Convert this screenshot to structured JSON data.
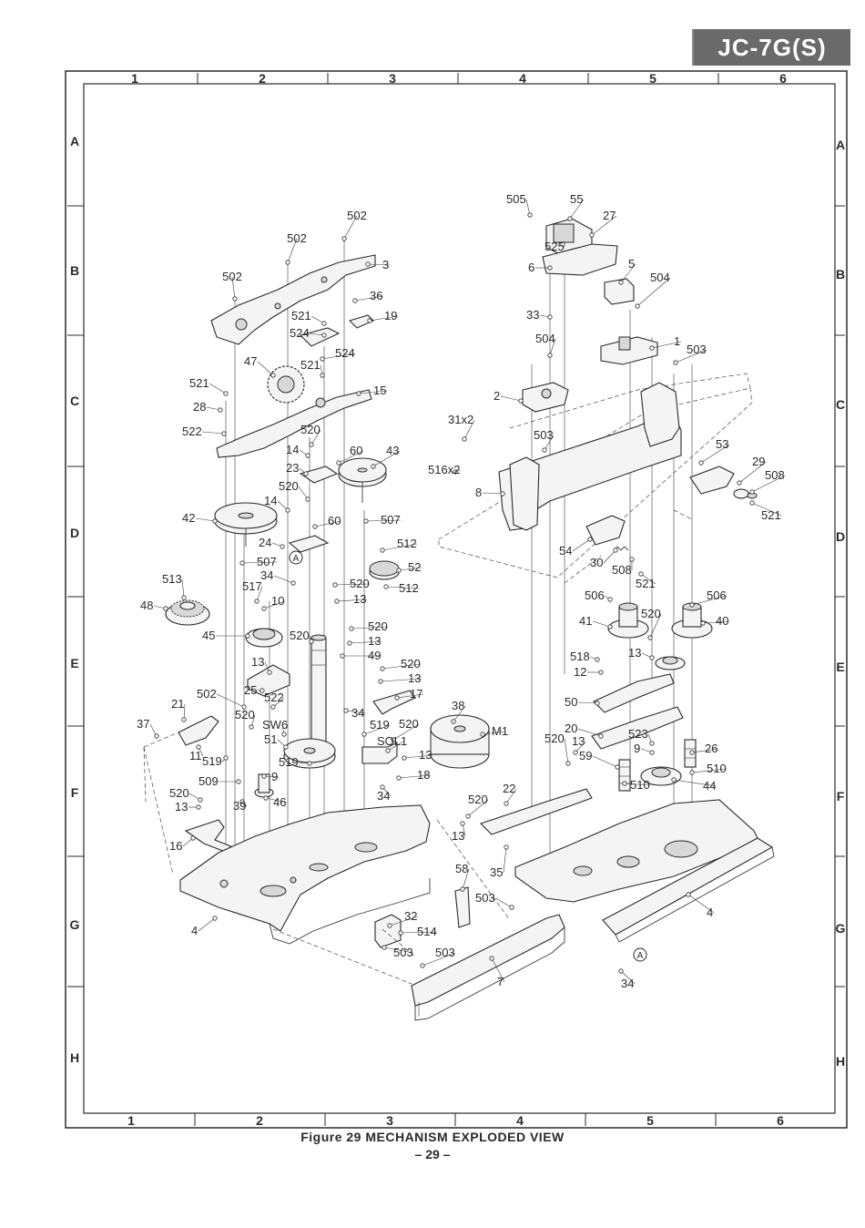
{
  "header": {
    "model_badge": "JC-7G(S)"
  },
  "grid": {
    "columns": [
      "1",
      "2",
      "3",
      "4",
      "5",
      "6"
    ],
    "rows": [
      "A",
      "B",
      "C",
      "D",
      "E",
      "F",
      "G",
      "H"
    ]
  },
  "callouts": [
    "502",
    "502",
    "502",
    "3",
    "36",
    "521",
    "19",
    "524",
    "524",
    "47",
    "521",
    "15",
    "521",
    "28",
    "522",
    "520",
    "14",
    "60",
    "43",
    "23",
    "520",
    "14",
    "60",
    "42",
    "507",
    "24",
    "507",
    "512",
    "52",
    "513",
    "34",
    "517",
    "520",
    "512",
    "10",
    "13",
    "48",
    "45",
    "520",
    "520",
    "13",
    "49",
    "520",
    "13",
    "13",
    "502",
    "25",
    "522",
    "17",
    "21",
    "520",
    "SW6",
    "34",
    "38",
    "37",
    "51",
    "519",
    "520",
    "M1",
    "11",
    "519",
    "519",
    "SOL1",
    "9",
    "13",
    "509",
    "18",
    "520",
    "39",
    "46",
    "34",
    "13",
    "16",
    "4",
    "505",
    "55",
    "27",
    "525",
    "6",
    "5",
    "504",
    "33",
    "504",
    "1",
    "503",
    "2",
    "31x2",
    "503",
    "516x2",
    "8",
    "53",
    "29",
    "508",
    "521",
    "54",
    "30",
    "508",
    "521",
    "506",
    "506",
    "41",
    "520",
    "40",
    "518",
    "12",
    "13",
    "50",
    "20",
    "523",
    "520",
    "13",
    "9",
    "26",
    "59",
    "510",
    "44",
    "510",
    "22",
    "520",
    "13",
    "35",
    "58",
    "503",
    "32",
    "514",
    "503",
    "503",
    "7",
    "4",
    "34"
  ],
  "reference_markers": [
    "A",
    "A"
  ],
  "figure_caption": "Figure 29 MECHANISM EXPLODED VIEW",
  "page_number": "– 29 –"
}
